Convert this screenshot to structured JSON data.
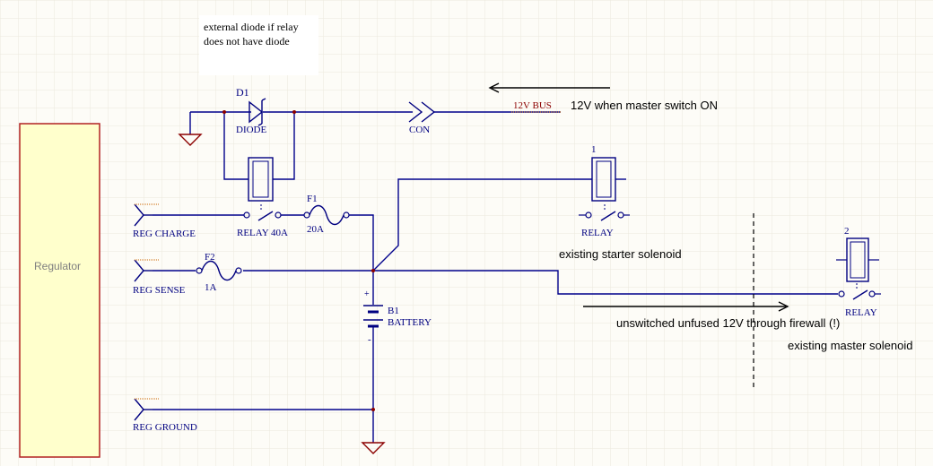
{
  "notes": {
    "diode_note_line1": "external diode if relay",
    "diode_note_line2": "does not have diode",
    "bus_desc": "12V when master switch ON",
    "starter_desc": "existing starter solenoid",
    "unswitched_desc": "unswitched unfused  12V through firewall (!)",
    "master_desc": "existing master  solenoid"
  },
  "regulator": {
    "label": "Regulator"
  },
  "ports": {
    "reg_charge": "REG CHARGE",
    "reg_sense": "REG SENSE",
    "reg_ground": "REG GROUND",
    "bus": "12V BUS"
  },
  "components": {
    "d1_ref": "D1",
    "d1_name": "DIODE",
    "con": "CON",
    "relay40_name": "RELAY 40A",
    "f1_ref": "F1",
    "f1_value": "20A",
    "f2_ref": "F2",
    "f2_value": "1A",
    "b1_ref": "B1",
    "b1_name": "BATTERY",
    "b1_plus": "+",
    "b1_minus": "-",
    "relay1_ref": "1",
    "relay1_name": "RELAY",
    "relay2_ref": "2",
    "relay2_name": "RELAY"
  },
  "colors": {
    "wire": "#00008b",
    "component": "#000080",
    "component_text": "#000080",
    "regulator_fill": "#ffffcc",
    "regulator_border": "#b22222",
    "port_accent": "#cc6600",
    "ground": "#8b0000",
    "grid": "#ece9dc",
    "background": "#fdfcf7"
  }
}
